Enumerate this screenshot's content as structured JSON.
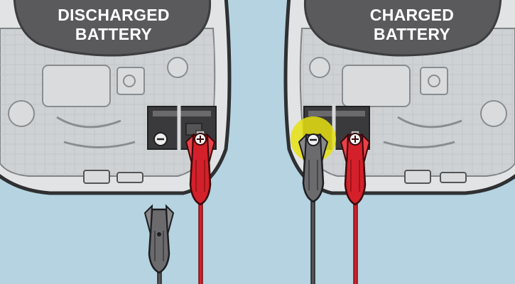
{
  "left_car": {
    "title_line1": "DISCHARGED",
    "title_line2": "BATTERY"
  },
  "right_car": {
    "title_line1": "CHARGED",
    "title_line2": "BATTERY"
  },
  "colors": {
    "background": "#b5d3e0",
    "car_body": "#e1e3e4",
    "hood": "#5a5a5c",
    "engine_bay": "#cfd2d4",
    "battery": "#3a3a3c",
    "red_cable": "#d4202a",
    "black_cable": "#555558",
    "highlight": "#e8e010"
  },
  "icons": [
    "negative-terminal-icon",
    "positive-terminal-icon",
    "clamp-icon"
  ]
}
